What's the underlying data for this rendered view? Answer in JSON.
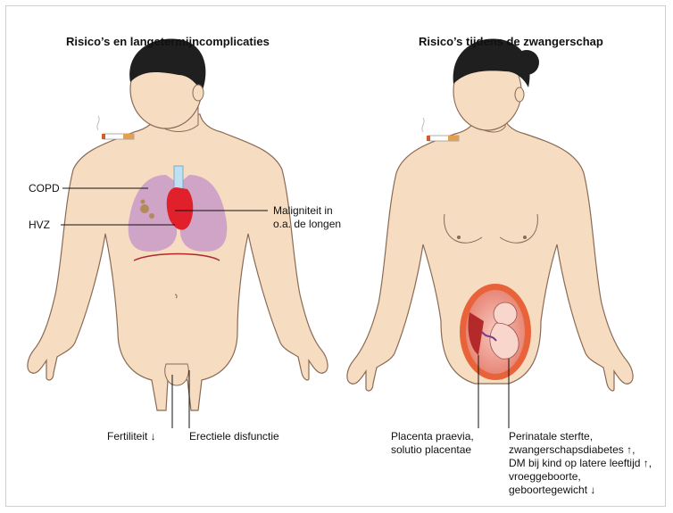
{
  "panels": {
    "left": {
      "title": "Risico’s en langetermijncomplicaties",
      "labels": {
        "copd": "COPD",
        "hvz": "HVZ",
        "malignancy_1": "Maligniteit in",
        "malignancy_2": "o.a. de longen",
        "fertility": "Fertiliteit ↓",
        "erectile": "Erectiele disfunctie"
      }
    },
    "right": {
      "title": "Risico’s tijdens de zwangerschap",
      "labels": {
        "placenta_1": "Placenta praevia,",
        "placenta_2": "solutio placentae",
        "risks": [
          "Perinatale sterfte,",
          "zwangerschapsdiabetes ↑,",
          "DM bij kind op latere leeftijd ↑,",
          "vroeggeboorte,",
          "geboortegewicht ↓"
        ]
      }
    }
  },
  "colors": {
    "skin": "#f6dcc0",
    "skin_outline": "#8a6a55",
    "hair": "#1f1f1f",
    "lungs": "#c99ac7",
    "heart": "#e0202a",
    "uterus": "#e8623a",
    "leader_line": "#111111"
  }
}
